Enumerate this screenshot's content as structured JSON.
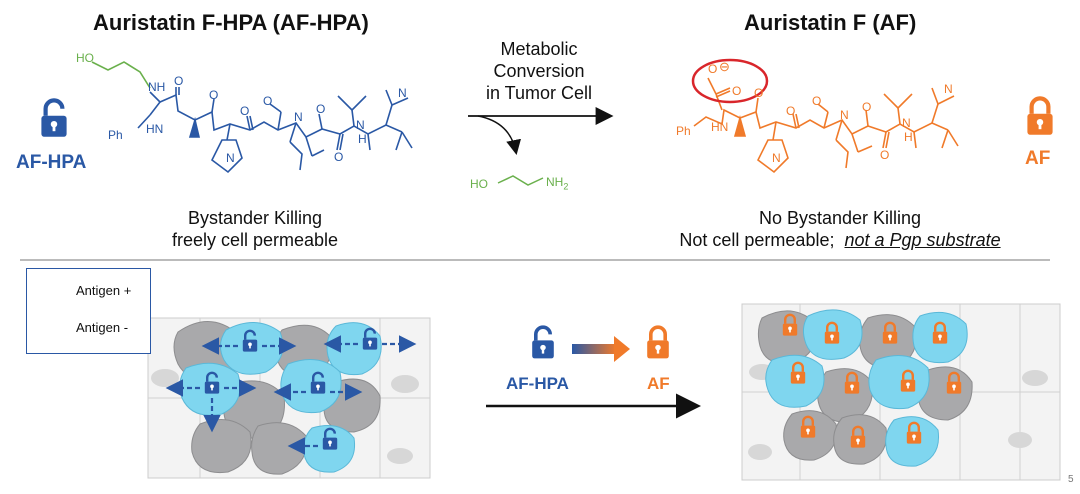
{
  "top": {
    "left_title": "Auristatin F-HPA (AF-HPA)",
    "right_title": "Auristatin F (AF)",
    "left_label": "AF-HPA",
    "right_label": "AF",
    "conversion": [
      "Metabolic",
      "Conversion",
      "in Tumor Cell"
    ],
    "left_caption": [
      "Bystander Killing",
      "freely cell permeable"
    ],
    "right_caption_1": "No Bystander Killing",
    "right_caption_2a": "Not cell permeable;",
    "right_caption_2b": "not a Pgp substrate"
  },
  "chem": {
    "ho": "HO",
    "nh": "NH",
    "o": "O",
    "ph": "Ph",
    "hn": "HN",
    "n": "N",
    "h": "H",
    "byproduct_ho": "HO",
    "byproduct_nh2": "NH",
    "byproduct_sub": "2",
    "charge": "⊖"
  },
  "bottom": {
    "legend": [
      {
        "label": "Antigen +",
        "color": "#7fd6ef"
      },
      {
        "label": "Antigen -",
        "color": "#a9a9ab"
      }
    ],
    "mid_left_label": "AF-HPA",
    "mid_right_label": "AF"
  },
  "colors": {
    "blue": "#2a58a5",
    "orange": "#f07a2a",
    "green": "#6ab04c",
    "red_circle": "#d9262b"
  },
  "corner_text": "5"
}
